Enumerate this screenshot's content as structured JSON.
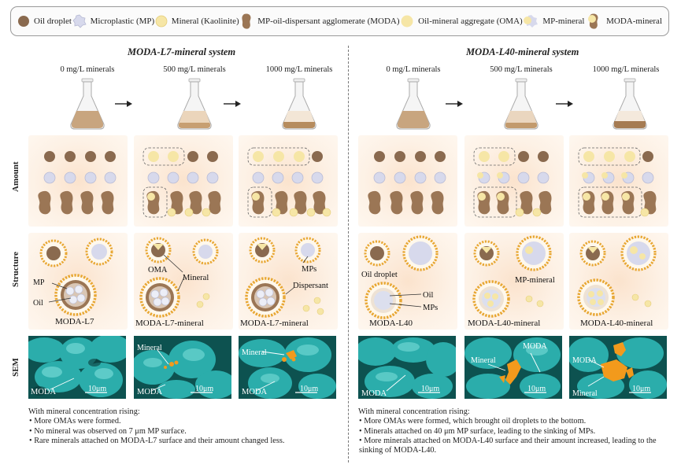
{
  "legend": [
    {
      "label": "Oil droplet",
      "icon": "oil-droplet-icon"
    },
    {
      "label": "Microplastic (MP)",
      "icon": "microplastic-icon"
    },
    {
      "label": "Mineral (Kaolinite)",
      "icon": "mineral-icon"
    },
    {
      "label": "MP-oil-dispersant agglomerate (MODA)",
      "icon": "moda-icon"
    },
    {
      "label": "Oil-mineral aggregate (OMA)",
      "icon": "oma-icon"
    },
    {
      "label": "MP-mineral",
      "icon": "mp-mineral-icon"
    },
    {
      "label": "MODA-mineral",
      "icon": "moda-mineral-icon"
    }
  ],
  "colors": {
    "oil": "#8a6a4f",
    "mp": "#d7d9ec",
    "mineral": "#f6e6a6",
    "moda": "#9b7655",
    "dispersant": "#e8a733",
    "sem": "#2ec2c2",
    "sem_mineral": "#f29a1c"
  },
  "left": {
    "title": "MODA-L7-mineral system",
    "concentrations": [
      "0 mg/L minerals",
      "500 mg/L minerals",
      "1000 mg/L minerals"
    ],
    "structure_labels": {
      "mp": "MP",
      "oil": "Oil",
      "oma": "OMA",
      "mineral": "Mineral",
      "mps": "MPs",
      "dispersant": "Dispersant"
    },
    "captions": [
      "MODA-L7",
      "MODA-L7-mineral",
      "MODA-L7-mineral"
    ],
    "sem": [
      {
        "labels": [
          "MODA"
        ],
        "scale": "10μm"
      },
      {
        "labels": [
          "Mineral",
          "MODA"
        ],
        "scale": "10μm"
      },
      {
        "labels": [
          "Mineral",
          "MODA"
        ],
        "scale": "10μm"
      }
    ],
    "notes_title": "With mineral concentration rising:",
    "notes": [
      "More OMAs were formed.",
      "No mineral was observed on 7 μm MP surface.",
      "Rare minerals attached on MODA-L7 surface and their amount changed less."
    ]
  },
  "right": {
    "title": "MODA-L40-mineral system",
    "concentrations": [
      "0 mg/L minerals",
      "500 mg/L minerals",
      "1000 mg/L minerals"
    ],
    "structure_labels": {
      "oil_droplet": "Oil droplet",
      "oil": "Oil",
      "mps": "MPs",
      "mp_mineral": "MP-mineral"
    },
    "captions": [
      "MODA-L40",
      "MODA-L40-mineral",
      "MODA-L40-mineral"
    ],
    "sem": [
      {
        "labels": [
          "MODA"
        ],
        "scale": "10μm"
      },
      {
        "labels": [
          "Mineral",
          "MODA"
        ],
        "scale": "10μm"
      },
      {
        "labels": [
          "MODA",
          "Mineral"
        ],
        "scale": "10μm"
      }
    ],
    "notes_title": "With mineral concentration rising:",
    "notes": [
      "More OMAs were formed, which brought oil droplets to the bottom.",
      "Minerals attached on 40 μm MP surface, leading to the sinking of MPs.",
      "More minerals attached on MODA-L40 surface and their amount increased, leading to the sinking of MODA-L40."
    ]
  },
  "row_labels": {
    "amount": "Amount",
    "structure": "Structure",
    "sem": "SEM"
  }
}
